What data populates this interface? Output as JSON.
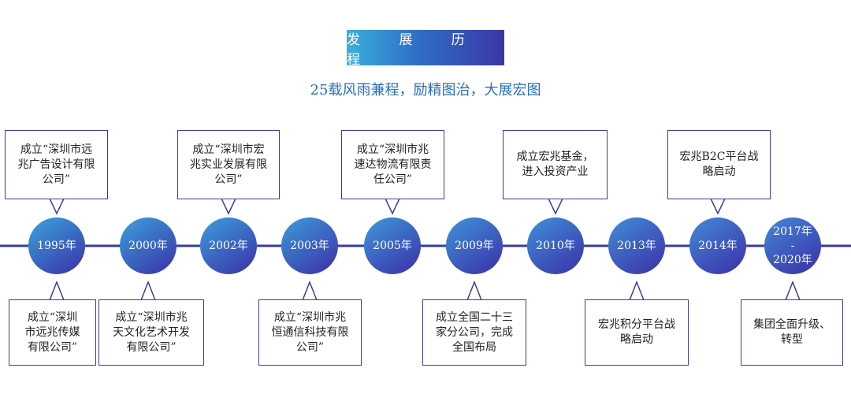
{
  "header": {
    "title": "发 展 历 程",
    "subtitle": "25载风雨兼程，励精图治，大展宏图"
  },
  "colors": {
    "line": "#3a3aa0",
    "node_light": "#3aa6dc",
    "node_dark": "#3b2ea8",
    "subtitle": "#2a6fb8"
  },
  "timeline": {
    "nodes": [
      {
        "label": "1995年"
      },
      {
        "label": "2000年"
      },
      {
        "label": "2002年"
      },
      {
        "label": "2003年"
      },
      {
        "label": "2005年"
      },
      {
        "label": "2009年"
      },
      {
        "label": "2010年"
      },
      {
        "label": "2013年"
      },
      {
        "label": "2014年"
      },
      {
        "label": "2017年\n-\n2020年"
      }
    ],
    "top_events": [
      {
        "text": "成立“深圳市远\n兆广告设计有限\n公司”"
      },
      {
        "text": "成立“深圳市宏\n兆实业发展有限\n公司”"
      },
      {
        "text": "成立“深圳市兆\n速达物流有限责\n任公司”"
      },
      {
        "text": "成立宏兆基金，\n进入投资产业"
      },
      {
        "text": "宏兆B2C平台战\n略启动"
      }
    ],
    "bottom_events": [
      {
        "text": "成立“深圳\n市远兆传媒\n有限公司”"
      },
      {
        "text": "成立“深圳市兆\n天文化艺术开发\n有限公司”"
      },
      {
        "text": "成立“深圳市兆\n恒通信科技有限\n公司”"
      },
      {
        "text": "成立全国二十三\n家分公司，完成\n全国布局"
      },
      {
        "text": "宏兆积分平台战\n略启动"
      },
      {
        "text": "集团全面升级、\n转型"
      }
    ]
  }
}
